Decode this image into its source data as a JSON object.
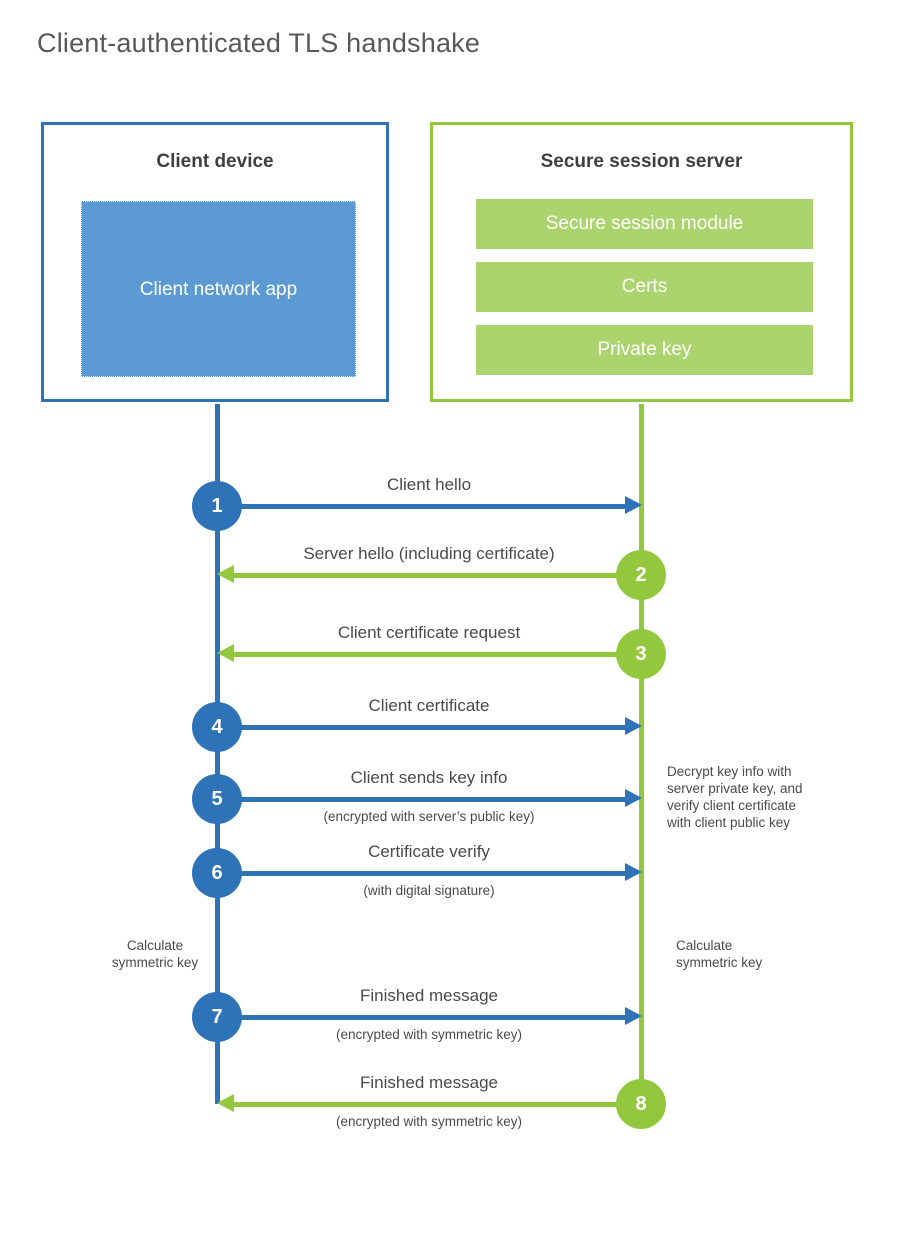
{
  "page": {
    "title": "Client-authenticated TLS handshake"
  },
  "client_box": {
    "title": "Client device",
    "app_label": "Client network app"
  },
  "server_box": {
    "title": "Secure session server",
    "modules": [
      "Secure session module",
      "Certs",
      "Private key"
    ]
  },
  "messages": [
    {
      "step": "1",
      "from": "client",
      "direction": "right",
      "label": "Client hello",
      "sub": ""
    },
    {
      "step": "2",
      "from": "server",
      "direction": "left",
      "label": "Server hello (including certificate)",
      "sub": ""
    },
    {
      "step": "3",
      "from": "server",
      "direction": "left",
      "label": "Client certificate request",
      "sub": ""
    },
    {
      "step": "4",
      "from": "client",
      "direction": "right",
      "label": "Client certificate",
      "sub": ""
    },
    {
      "step": "5",
      "from": "client",
      "direction": "right",
      "label": "Client sends key info",
      "sub": "(encrypted with server’s public key)"
    },
    {
      "step": "6",
      "from": "client",
      "direction": "right",
      "label": "Certificate verify",
      "sub": "(with digital signature)"
    },
    {
      "step": "7",
      "from": "client",
      "direction": "right",
      "label": "Finished message",
      "sub": "(encrypted with symmetric key)"
    },
    {
      "step": "8",
      "from": "server",
      "direction": "left",
      "label": "Finished message",
      "sub": "(encrypted with symmetric key)"
    }
  ],
  "notes": {
    "client_calculate": "Calculate\nsymmetric key",
    "server_decrypt": "Decrypt key info with\nserver private key, and\nverify client certificate\nwith client public key",
    "server_calculate": "Calculate\nsymmetric key"
  },
  "colors": {
    "blue": "#2e73b8",
    "blue_fill": "#5b9ad2",
    "green": "#93c83e",
    "green_fill": "#abd36e",
    "text_dark": "#3f3f3f",
    "text_gray": "#4a4a4a"
  }
}
